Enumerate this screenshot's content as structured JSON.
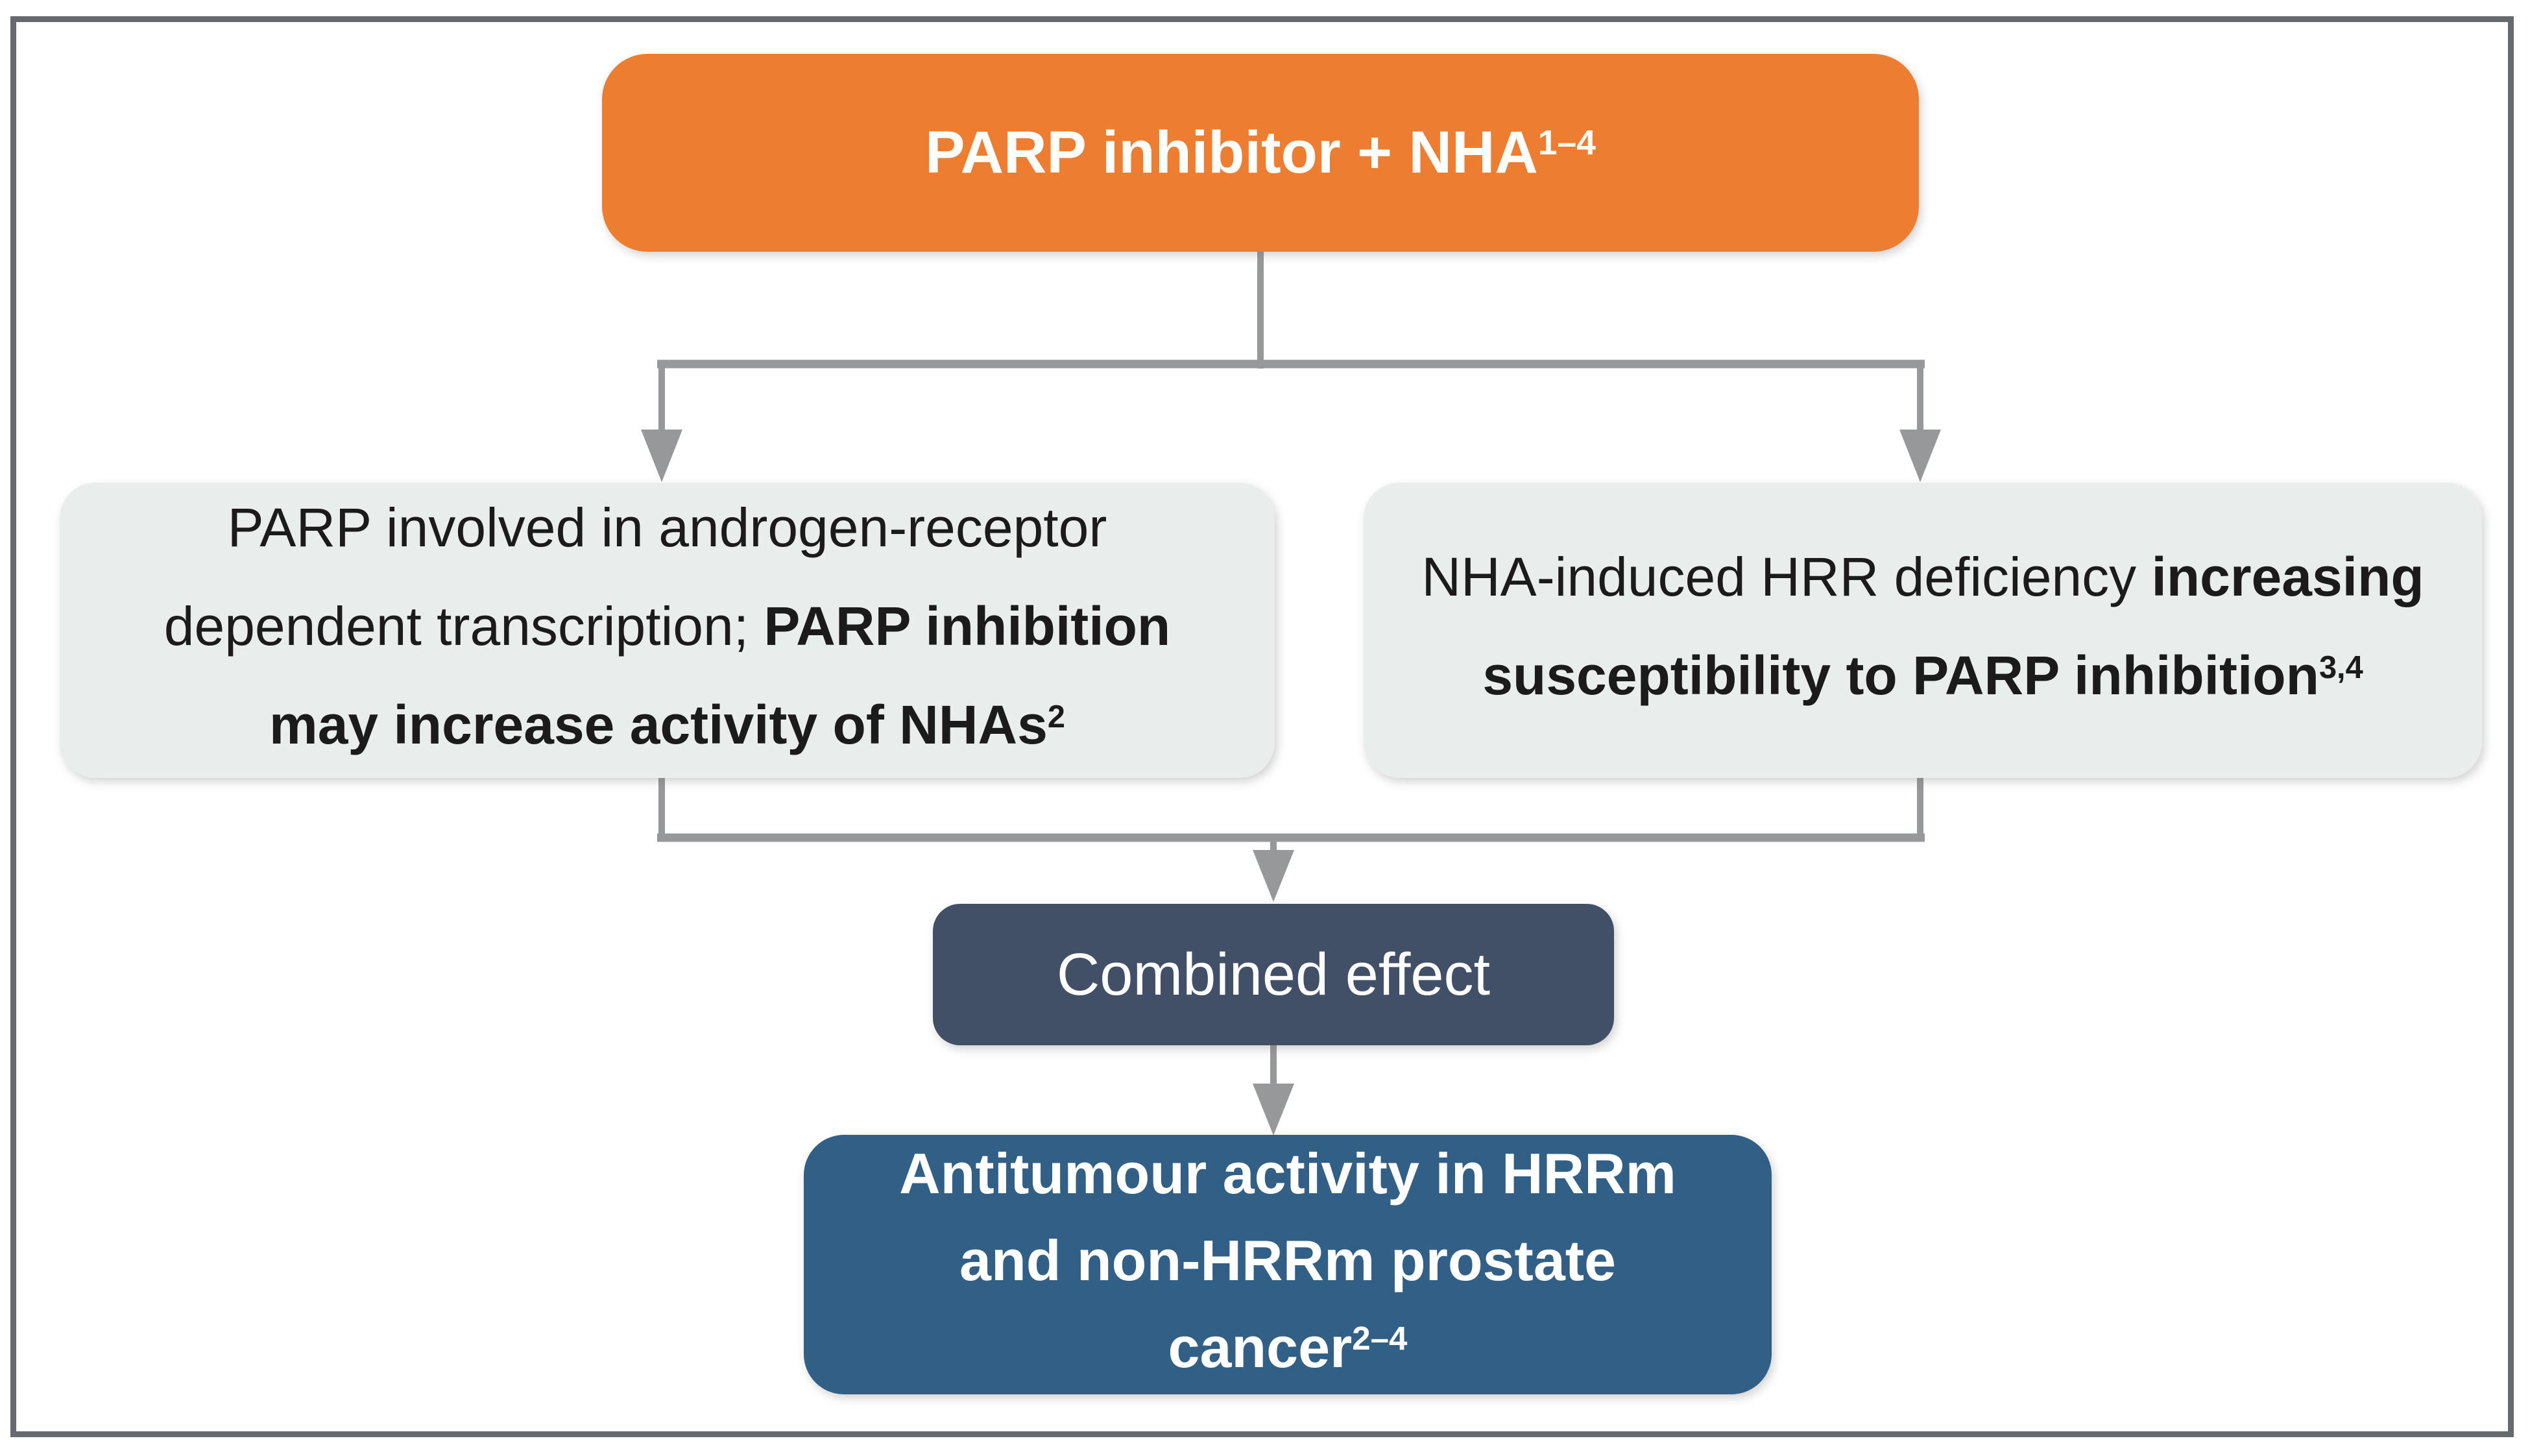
{
  "nodes": {
    "top": {
      "label": "PARP inhibitor + NHA",
      "sup": "1–4"
    },
    "left": {
      "line1_regular": "PARP involved in androgen-receptor",
      "line2_regular": "dependent transcription; ",
      "line2_bold": "PARP inhibition",
      "line3_bold": "may increase activity of NHAs",
      "line3_sup": "2"
    },
    "right": {
      "line1_regular": "NHA-induced HRR deficiency ",
      "line1_bold": "increasing",
      "line2_bold": "susceptibility to PARP inhibition",
      "line2_sup": "3,4"
    },
    "combined": {
      "label": "Combined effect"
    },
    "outcome": {
      "line1": "Antitumour activity in HRRm",
      "line2": "and non-HRRm prostate",
      "line3": "cancer",
      "line3_sup": "2–4"
    }
  },
  "colors": {
    "top_fill": "#ED7D31",
    "side_fill": "#E9EEED",
    "combined_fill": "#425067",
    "outcome_fill": "#325F86",
    "connector": "#97989A",
    "frame_border": "#66696E",
    "text_dark": "#1B1B1B",
    "text_light": "#FFFFFF"
  }
}
